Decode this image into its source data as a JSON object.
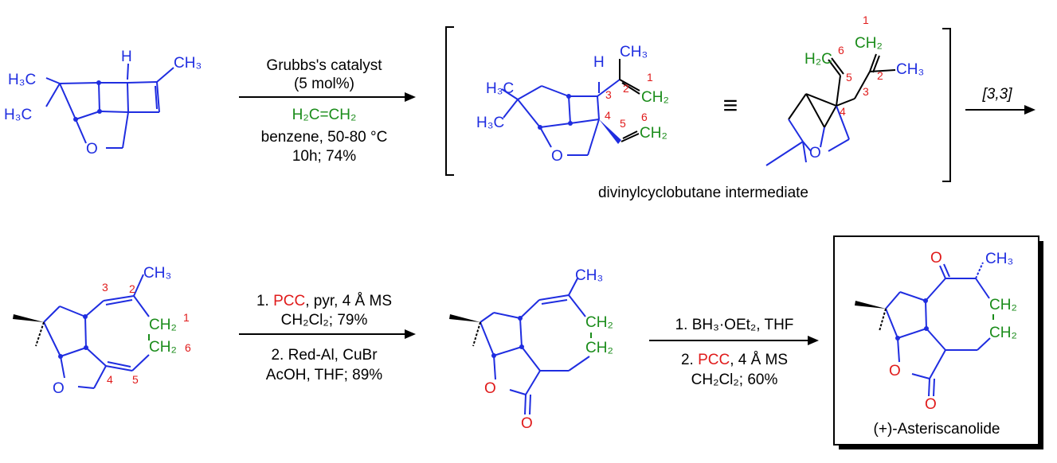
{
  "step1": {
    "reagent1": "Grubbs's catalyst",
    "reagent2": "(5 mol%)",
    "ethylene": "H₂C=CH₂",
    "cond1": "benzene, 50-80 °C",
    "cond2": "10h; 74%"
  },
  "intermediate": {
    "caption": "divinylcyclobutane intermediate",
    "equiv": "≡"
  },
  "step2": {
    "label": "[3,3]"
  },
  "step3": {
    "line1_num": "1. ",
    "line1_red": "PCC",
    "line1_rest": ", pyr, 4 Å MS",
    "line2": "CH₂Cl₂; 79%",
    "line3": "2. Red-Al, CuBr",
    "line4": "AcOH, THF; 89%"
  },
  "step4": {
    "line1": "1. BH₃·OEt₂, THF",
    "line2_num": "2. ",
    "line2_red": "PCC",
    "line2_rest": ", 4 Å MS",
    "line3": "CH₂Cl₂; 60%"
  },
  "product": {
    "name": "(+)-Asteriscanolide"
  },
  "atoms": {
    "ch3": "CH₃",
    "h3c": "H₃C",
    "ch2": "CH₂",
    "h2c": "H₂C",
    "h": "H",
    "o": "O"
  },
  "numbers": [
    "1",
    "2",
    "3",
    "4",
    "5",
    "6"
  ]
}
